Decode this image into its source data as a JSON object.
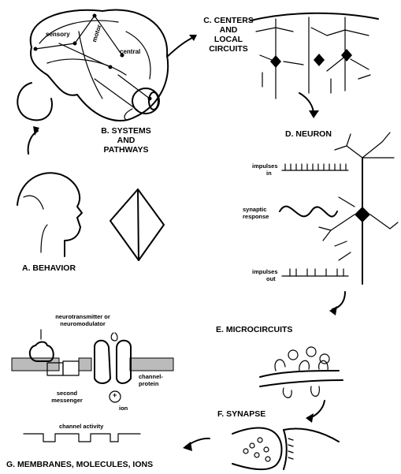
{
  "labels": {
    "a": "A. BEHAVIOR",
    "b1": "B. SYSTEMS",
    "b2": "AND",
    "b3": "PATHWAYS",
    "c1": "C. CENTERS",
    "c2": "AND",
    "c3": "LOCAL",
    "c4": "CIRCUITS",
    "d": "D. NEURON",
    "e": "E. MICROCIRCUITS",
    "f": "F. SYNAPSE",
    "g": "G. MEMBRANES, MOLECULES, IONS"
  },
  "brain_labels": {
    "sensory": "sensory",
    "motor": "motor",
    "central": "central"
  },
  "neuron_labels": {
    "impulses_in_1": "impulses",
    "impulses_in_2": "in",
    "synaptic_1": "synaptic",
    "synaptic_2": "response",
    "impulses_out_1": "impulses",
    "impulses_out_2": "out"
  },
  "membrane_labels": {
    "nt1": "neurotransmitter or",
    "nt2": "neuromodulator",
    "ch1": "channel-",
    "ch2": "protein",
    "sm1": "second",
    "sm2": "messenger",
    "ion_sign": "+",
    "ion": "ion",
    "activity": "channel activity"
  }
}
